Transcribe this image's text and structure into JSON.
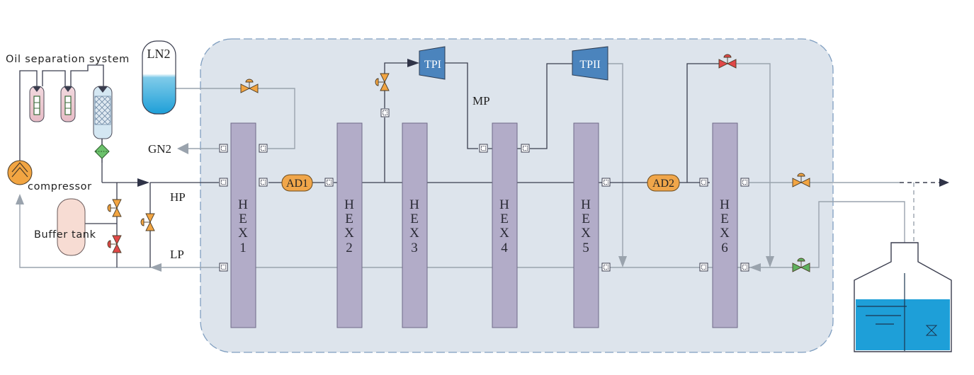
{
  "labels": {
    "oil_separation": "Oil separation system",
    "compressor": "compressor",
    "buffer_tank": "Buffer tank",
    "ln2": "LN2",
    "gn2": "GN2",
    "hp": "HP",
    "lp": "LP",
    "mp": "MP",
    "tp1": "TPI",
    "tp2": "TPII",
    "ad1": "AD1",
    "ad2": "AD2"
  },
  "heat_exchangers": [
    {
      "letters": [
        "H",
        "E",
        "X",
        "1"
      ]
    },
    {
      "letters": [
        "H",
        "E",
        "X",
        "2"
      ]
    },
    {
      "letters": [
        "H",
        "E",
        "X",
        "3"
      ]
    },
    {
      "letters": [
        "H",
        "E",
        "X",
        "4"
      ]
    },
    {
      "letters": [
        "H",
        "E",
        "X",
        "5"
      ]
    },
    {
      "letters": [
        "H",
        "E",
        "X",
        "6"
      ]
    }
  ],
  "colors": {
    "cold_box": "#dde4ec",
    "cold_box_border": "#7f9ec0",
    "hex_fill": "#b2acc8",
    "hex_border": "#6f6a88",
    "adsorber": "#f0a64a",
    "turbine": "#4b84bd",
    "valve_orange": "#f2a542",
    "valve_red": "#e04848",
    "valve_green": "#5fb25f",
    "liquid": "#1e9fd8",
    "line_dark": "#3a3d4e",
    "line_light": "#9aa3ad"
  }
}
